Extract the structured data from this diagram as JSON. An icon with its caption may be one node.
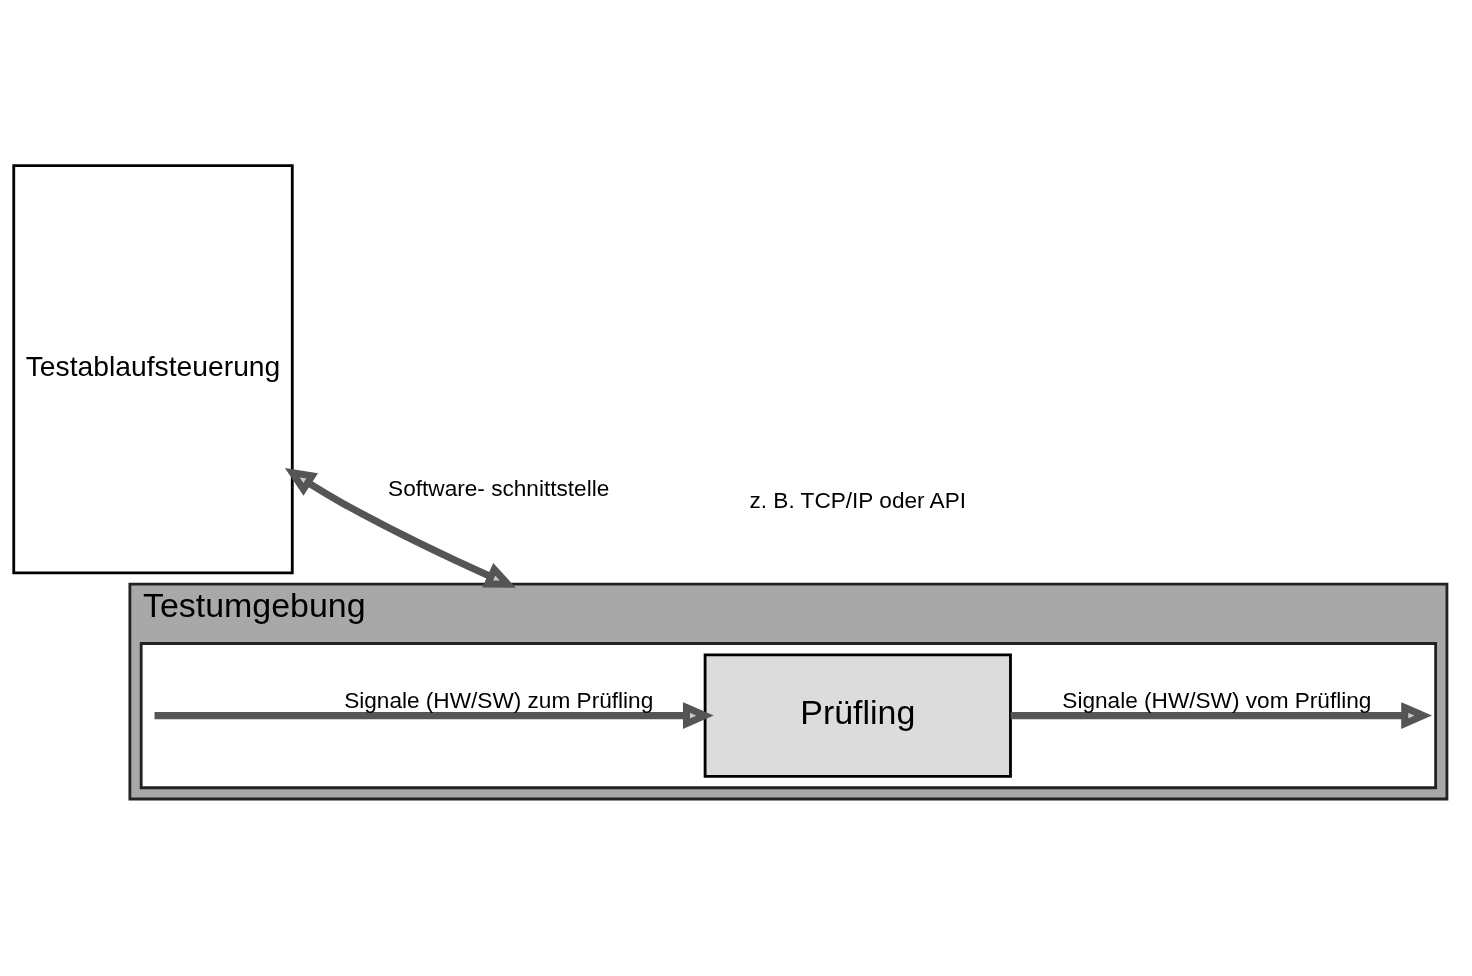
{
  "diagram": {
    "nodes": [
      {
        "text": [
          "Testablaufsteuerung"
        ]
      },
      {
        "text": [
          "Testumgebung"
        ]
      },
      {
        "text": [],
        "shape": "box",
        "in": 1
      },
      {
        "text": [
          "Prüfling"
        ],
        "in": 2
      }
    ],
    "edges": [
      {
        "from": 0,
        "to": 1,
        "arrow": "both",
        "label": "Software- schnittstelle"
      },
      {
        "from": null,
        "to": 3,
        "arrow": "to",
        "label": "Signale (HW/SW) zum Prüfling"
      },
      {
        "from": 3,
        "to": null,
        "arrow": "to",
        "label": "Signale (HW/SW) vom Prüfling"
      }
    ],
    "labels": [
      "z. B. TCP/IP oder API"
    ]
  }
}
